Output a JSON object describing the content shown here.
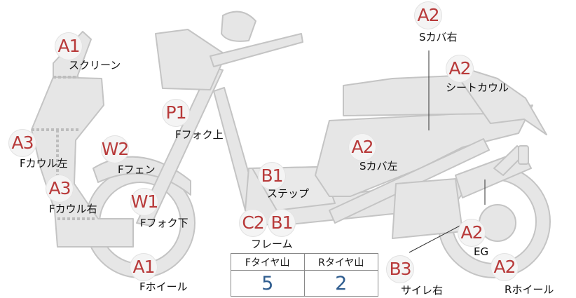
{
  "badges": {
    "a1_screen": "A1",
    "a3_fcowl_left": "A3",
    "a3_fcowl_right": "A3",
    "w2": "W2",
    "w1": "W1",
    "a1_fwheel": "A1",
    "p1": "P1",
    "b1_step": "B1",
    "c2": "C2",
    "b1_frame": "B1",
    "a2_scover_left": "A2",
    "a2_scover_right": "A2",
    "a2_seatcowl": "A2",
    "a2_eg": "A2",
    "a2_rwheel": "A2",
    "b3": "B3"
  },
  "labels": {
    "screen": "スクリーン",
    "fcowl_left": "Fカウル左",
    "fcowl_right": "Fカウル右",
    "ffender": "Fフェン",
    "fork_lower": "Fフォク下",
    "fork_upper": "Fフォク上",
    "fwheel": "Fホイール",
    "step": "ステップ",
    "frame": "フレーム",
    "scover_left": "Sカバ左",
    "scover_right": "Sカバ右",
    "seatcowl": "シートカウル",
    "eg": "EG",
    "rwheel": "Rホイール",
    "muffler_right": "サイレ右"
  },
  "tread_table": {
    "front_header": "Fタイヤ山",
    "rear_header": "Rタイヤ山",
    "front_value": "5",
    "rear_value": "2"
  },
  "colors": {
    "part_fill": "#e6e6e6",
    "part_stroke": "#c4c4c4",
    "badge_text": "#b83a3a",
    "value_text": "#2f5d8f"
  }
}
